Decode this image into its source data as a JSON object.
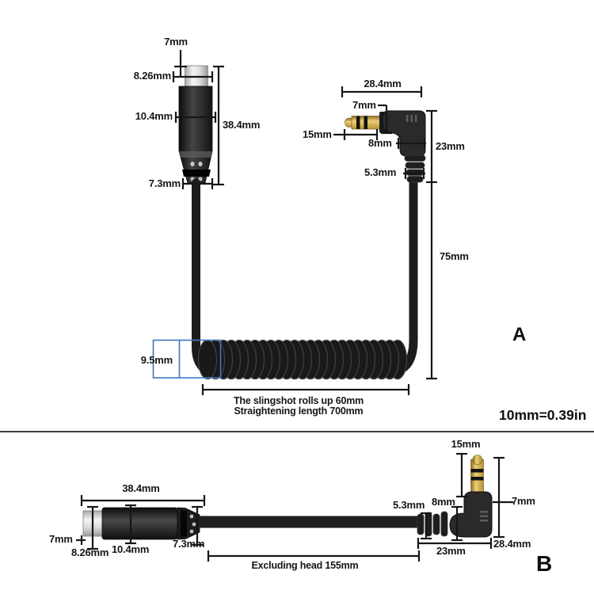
{
  "title": "Coiled 3.5mm audio cable dimension diagram",
  "scale_note": "10mm=0.39in",
  "colors": {
    "accent_blue": "#3f78c0",
    "gold": "#c9a13b",
    "line": "#161616",
    "divider": "#3f3f3f"
  },
  "section_a": {
    "label": "A",
    "female": {
      "tip_width": "7mm",
      "tip_diameter": "8.26mm",
      "body_diameter": "10.4mm",
      "length": "38.4mm",
      "tail_diameter": "7.3mm"
    },
    "male": {
      "width": "28.4mm",
      "collar": "7mm",
      "plug_length": "15mm",
      "neck": "8mm",
      "height": "23mm",
      "cable": "5.3mm",
      "drop": "75mm"
    },
    "coil": {
      "wire_diameter": "9.5mm",
      "note_line1": "The slingshot rolls up 60mm",
      "note_line2": "Straightening length 700mm"
    }
  },
  "section_b": {
    "label": "B",
    "female": {
      "length": "38.4mm",
      "tip_width": "7mm",
      "tip_diameter": "8.26mm",
      "body_diameter": "10.4mm",
      "tail_diameter": "7.3mm"
    },
    "male": {
      "plug_length": "15mm",
      "neck": "8mm",
      "collar": "7mm",
      "cable": "5.3mm",
      "base_width": "23mm",
      "height": "28.4mm"
    },
    "cable_note": "Excluding head 155mm"
  }
}
